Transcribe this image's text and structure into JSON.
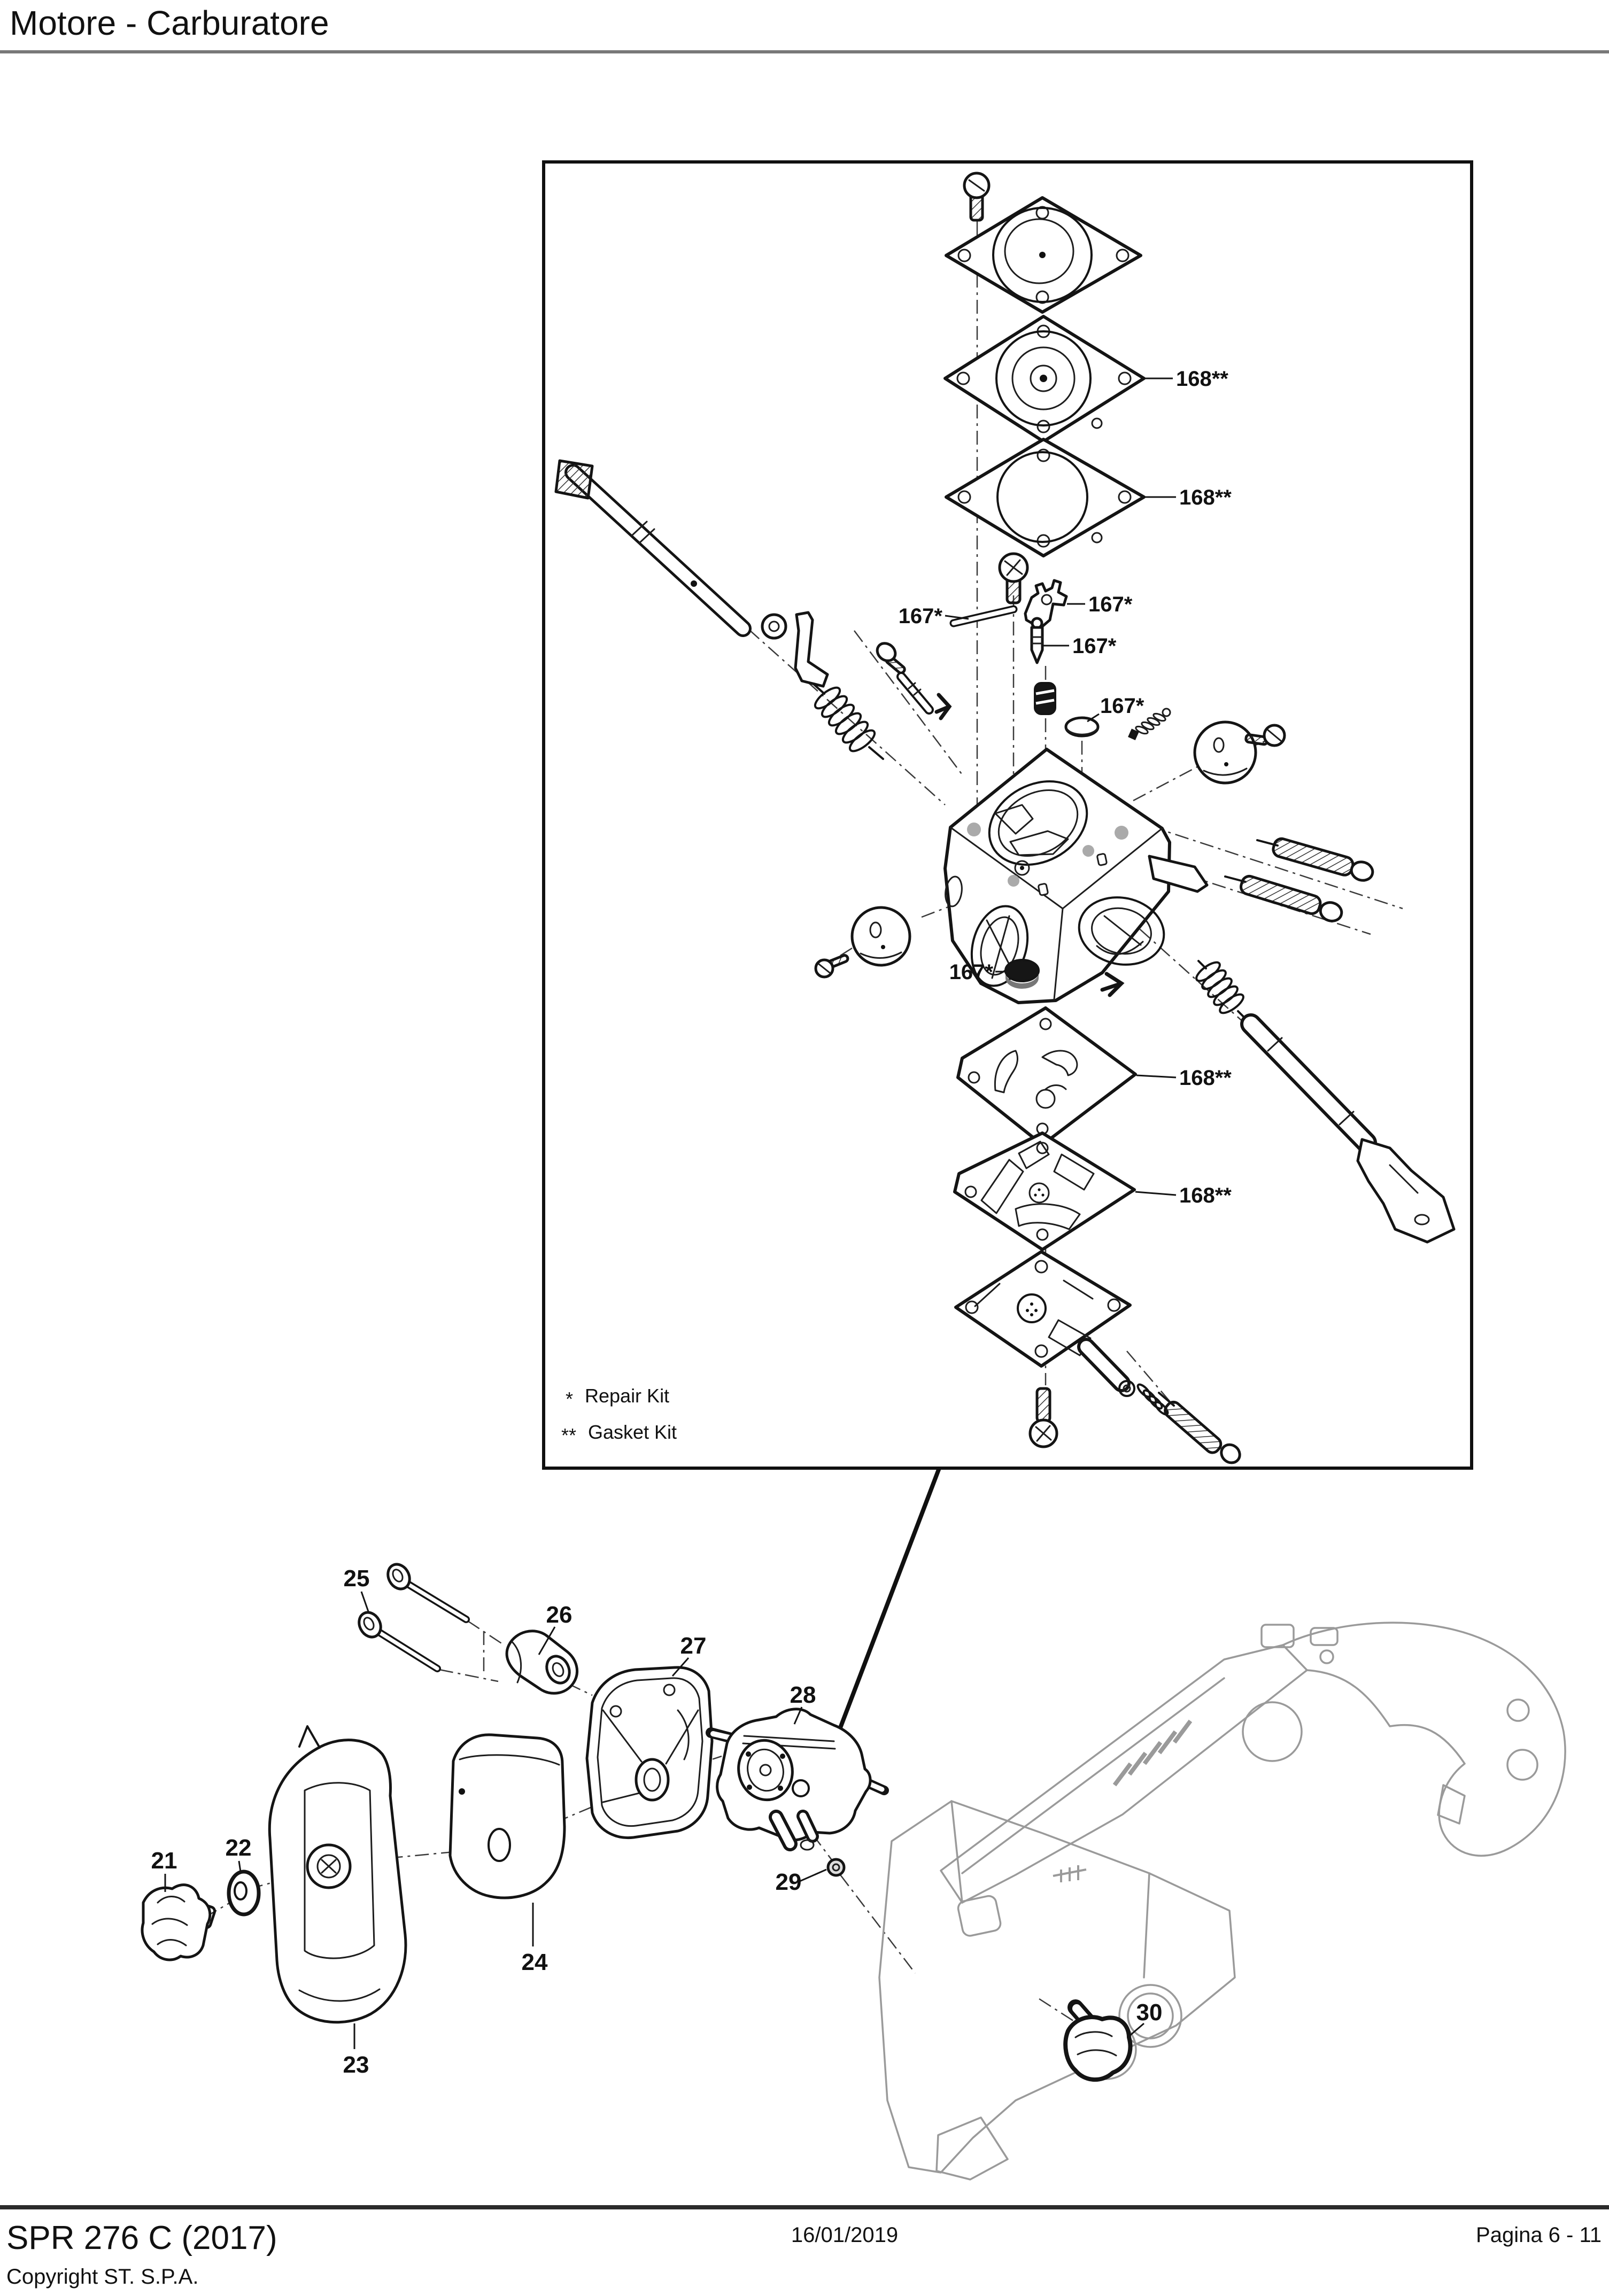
{
  "header": {
    "title": "Motore - Carburatore"
  },
  "footer": {
    "model": "SPR 276 C (2017)",
    "copyright": "Copyright ST. S.P.A.",
    "date": "16/01/2019",
    "page_label": "Pagina 6 - 11"
  },
  "diagram": {
    "callouts": {
      "repair_kit_ref": "167*",
      "gasket_kit_ref": "168**"
    },
    "legend": {
      "repair_symbol": "*",
      "repair_label": "Repair Kit",
      "gasket_symbol": "**",
      "gasket_label": "Gasket Kit"
    },
    "parts": [
      {
        "number": "21"
      },
      {
        "number": "22"
      },
      {
        "number": "23"
      },
      {
        "number": "24"
      },
      {
        "number": "25"
      },
      {
        "number": "26"
      },
      {
        "number": "27"
      },
      {
        "number": "28"
      },
      {
        "number": "29"
      },
      {
        "number": "30"
      }
    ]
  }
}
